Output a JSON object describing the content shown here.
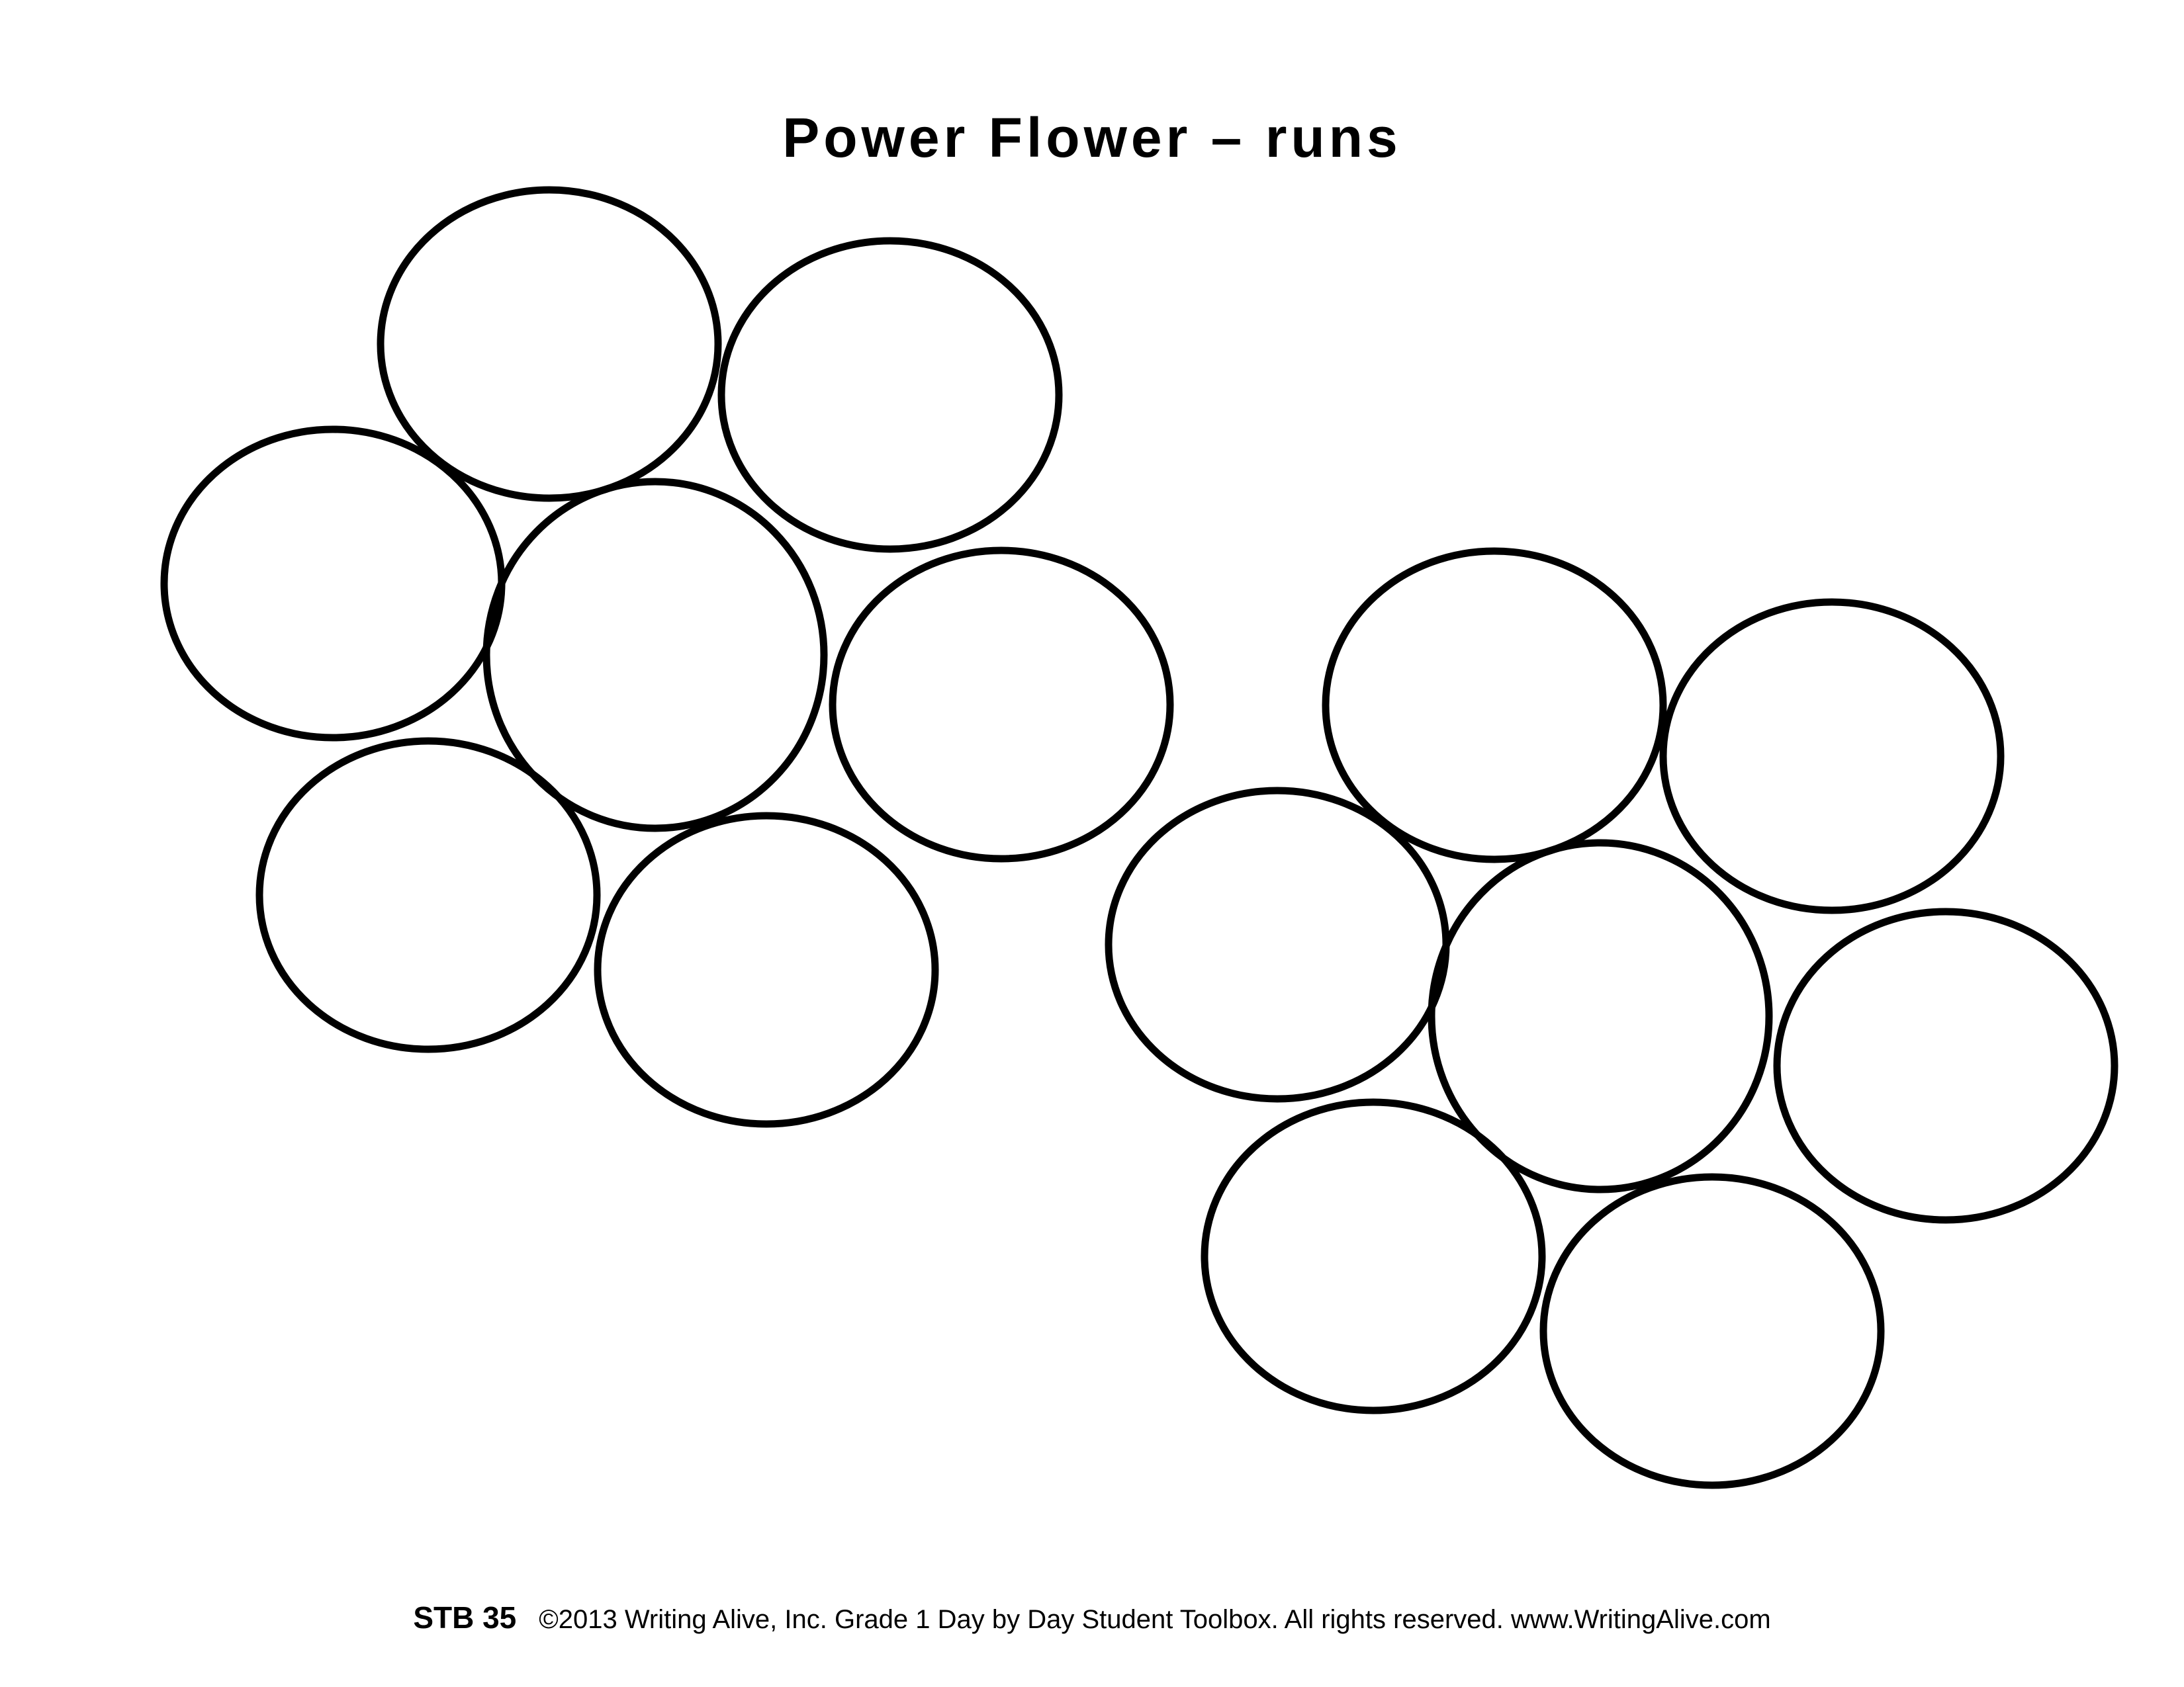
{
  "title": "Power Flower – runs",
  "footer": {
    "code": "STB 35",
    "copyright": "©2013 Writing Alive, Inc. Grade 1 Day by Day Student Toolbox. All rights reserved. www.WritingAlive.com"
  },
  "diagram": {
    "flowers": [
      {
        "name": "flower-left",
        "center": 1,
        "petals": 6
      },
      {
        "name": "flower-right",
        "center": 1,
        "petals": 6
      }
    ],
    "stroke_color": "#000000"
  }
}
